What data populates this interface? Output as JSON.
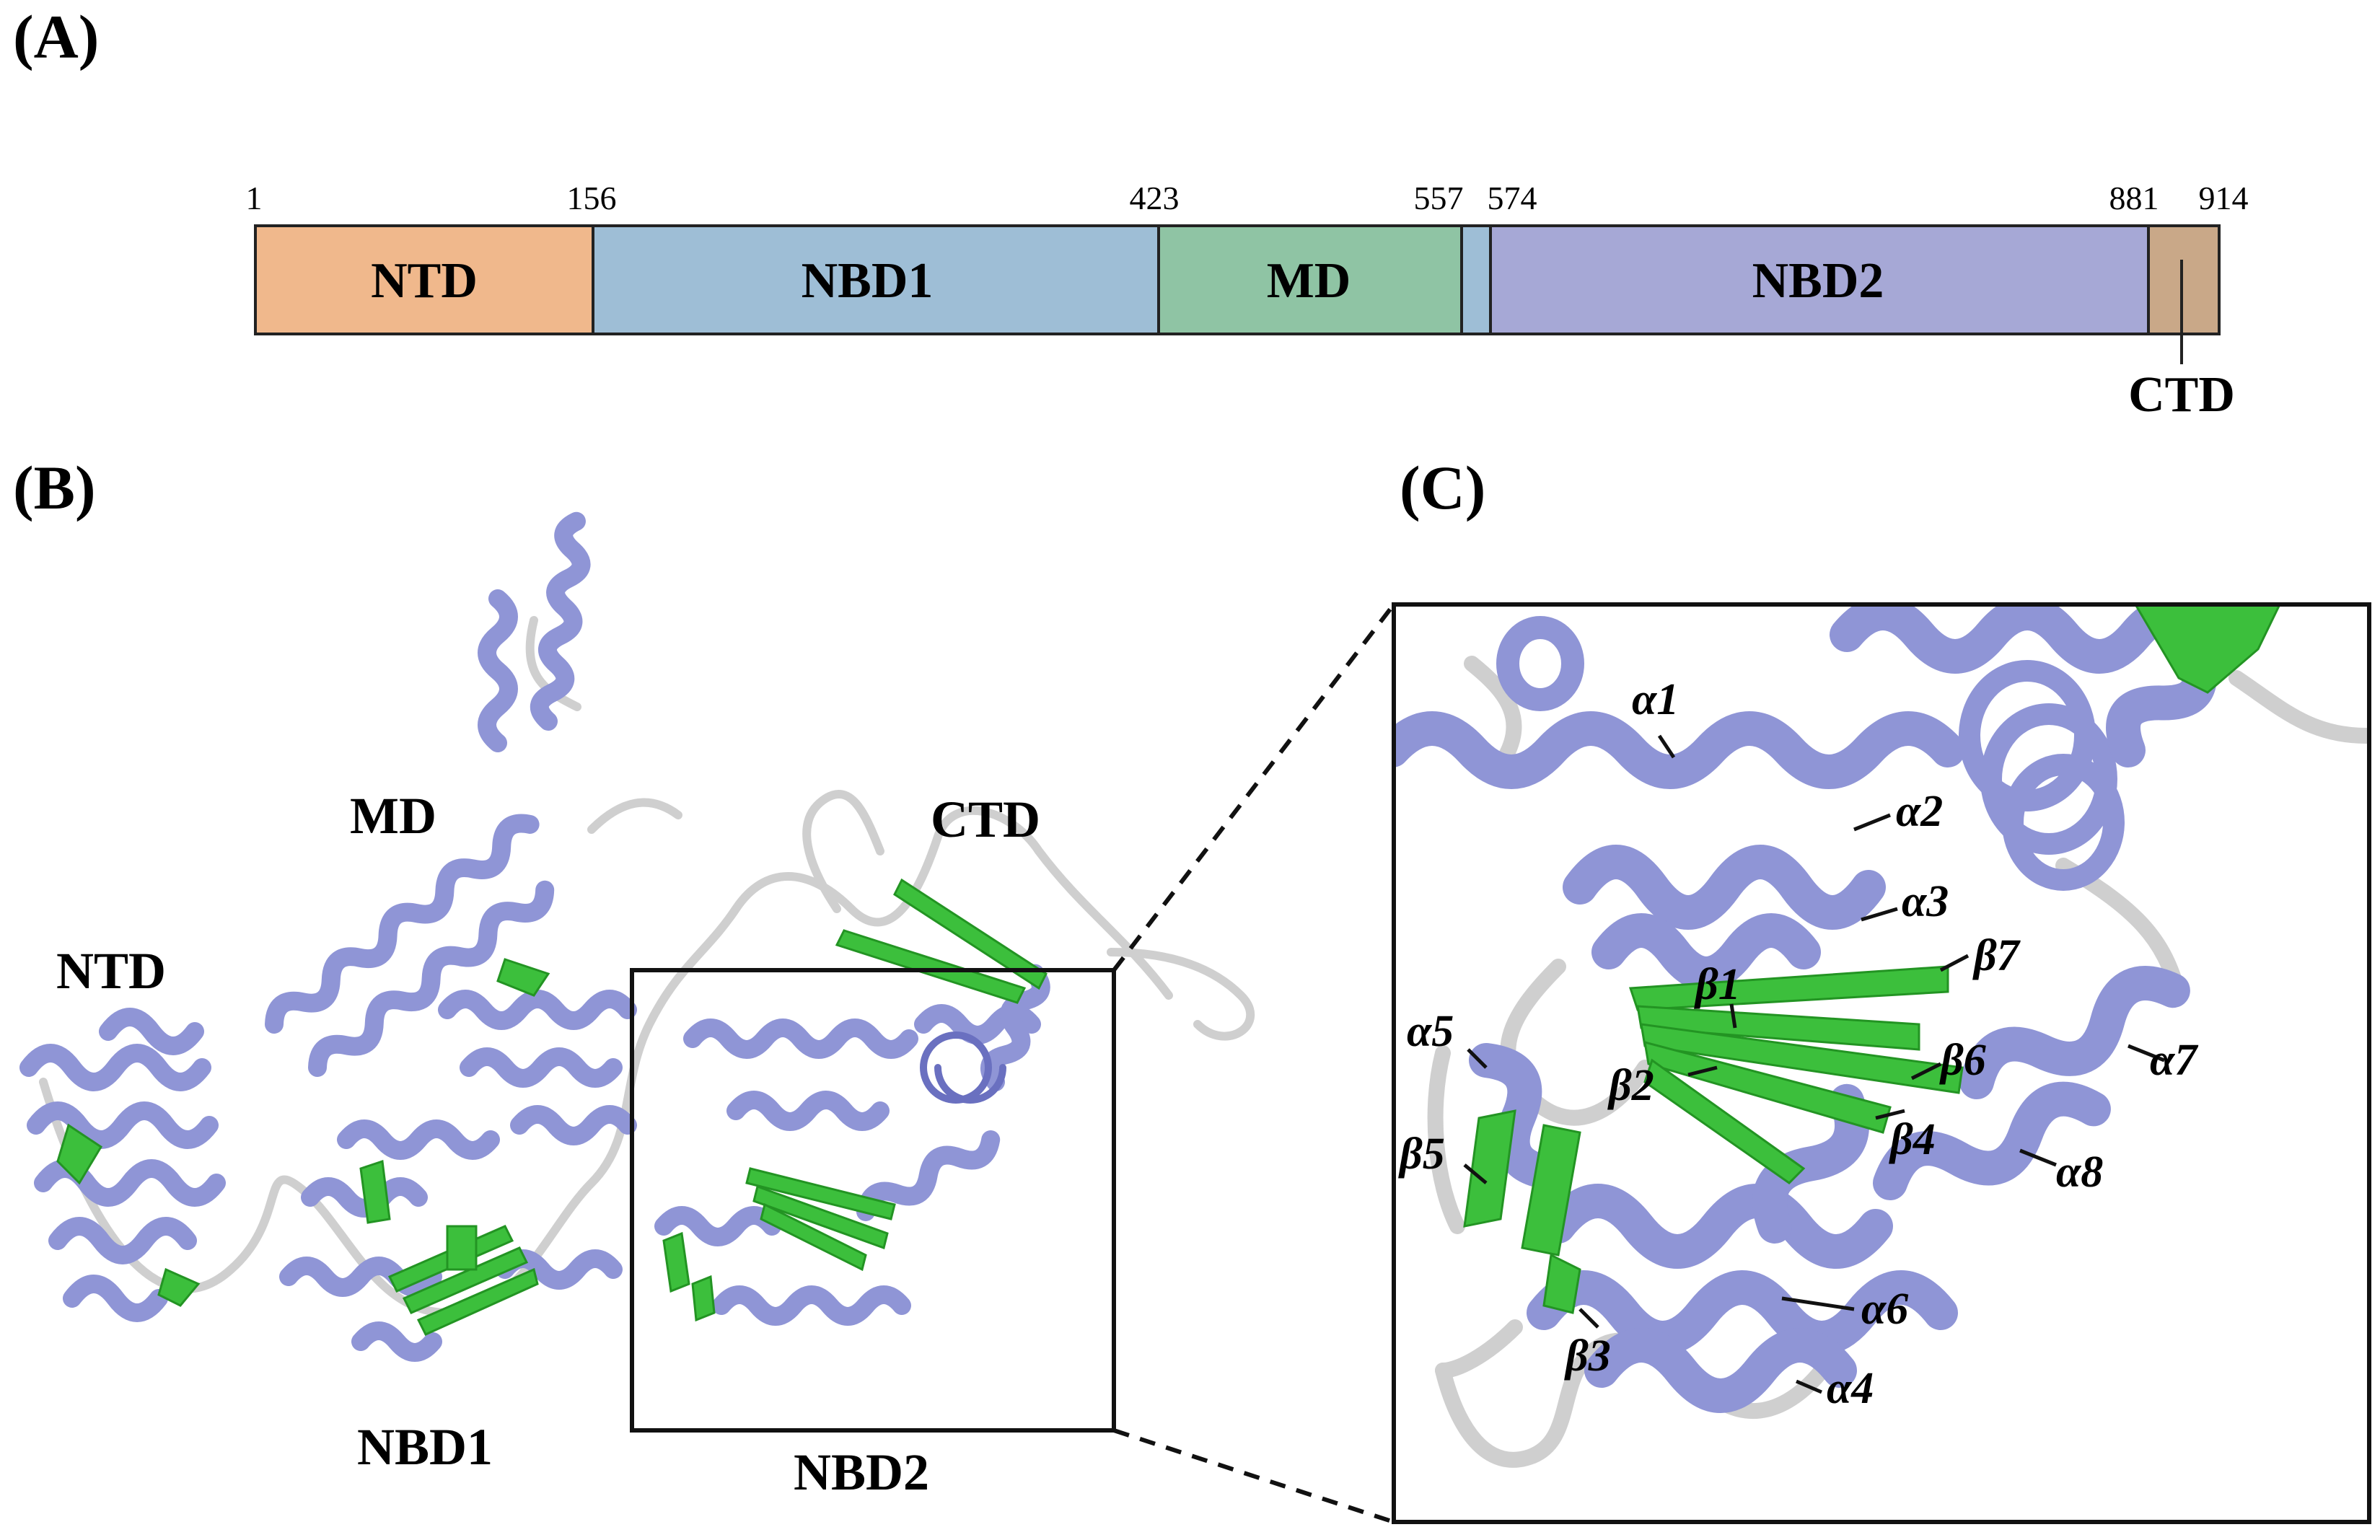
{
  "panels": {
    "a": "(A)",
    "b": "(B)",
    "c": "(C)"
  },
  "domain_bar": {
    "positions": [
      "1",
      "156",
      "423",
      "557",
      "574",
      "881",
      "914"
    ],
    "domains": [
      {
        "name": "NTD",
        "start": 1,
        "end": 156,
        "color": "#f0b88c"
      },
      {
        "name": "NBD1",
        "start": 156,
        "end": 423,
        "color": "#9ebed6"
      },
      {
        "name": "MD",
        "start": 423,
        "end": 557,
        "color": "#8fc4a4"
      },
      {
        "name": "",
        "start": 557,
        "end": 574,
        "color": "#9ebed6"
      },
      {
        "name": "NBD2",
        "start": 574,
        "end": 881,
        "color": "#a6a8d6"
      },
      {
        "name": "",
        "start": 881,
        "end": 914,
        "color": "#c9a888"
      }
    ],
    "ctd_label": "CTD"
  },
  "structure_labels": {
    "md": "MD",
    "ctd": "CTD",
    "ntd": "NTD",
    "nbd1": "NBD1",
    "nbd2": "NBD2"
  },
  "zoom_labels": {
    "a1": "α1",
    "a2": "α2",
    "a3": "α3",
    "a4": "α4",
    "a5": "α5",
    "a6": "α6",
    "a7": "α7",
    "a8": "α8",
    "b1": "β1",
    "b2": "β2",
    "b3": "β3",
    "b4": "β4",
    "b5": "β5",
    "b6": "β6",
    "b7": "β7"
  },
  "colors": {
    "helix": "#8f95d6",
    "sheet": "#3cbf3c",
    "loop": "#d0d0d0"
  }
}
